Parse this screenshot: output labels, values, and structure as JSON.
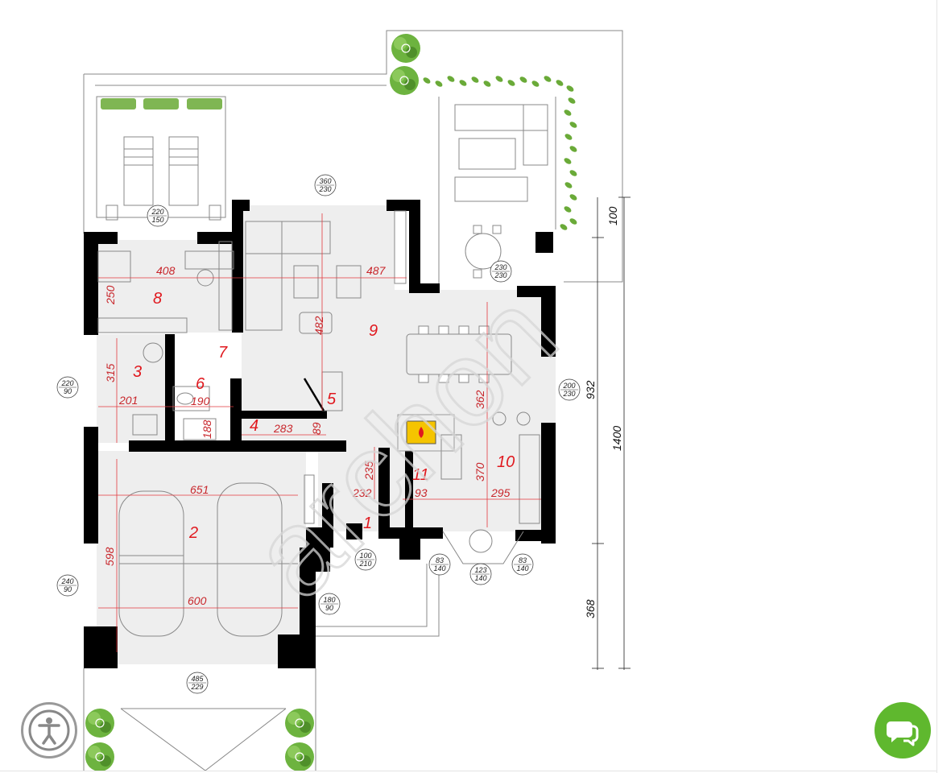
{
  "watermark": "archon",
  "rooms": [
    {
      "id": "1",
      "label": "1"
    },
    {
      "id": "2",
      "label": "2"
    },
    {
      "id": "3",
      "label": "3"
    },
    {
      "id": "4",
      "label": "4"
    },
    {
      "id": "5",
      "label": "5"
    },
    {
      "id": "6",
      "label": "6"
    },
    {
      "id": "7",
      "label": "7"
    },
    {
      "id": "8",
      "label": "8"
    },
    {
      "id": "9",
      "label": "9"
    },
    {
      "id": "10",
      "label": "10"
    },
    {
      "id": "11",
      "label": "11"
    }
  ],
  "dimensions": [
    {
      "id": "d408",
      "text": "408"
    },
    {
      "id": "d250",
      "text": "250"
    },
    {
      "id": "d487",
      "text": "487"
    },
    {
      "id": "d482",
      "text": "482"
    },
    {
      "id": "d315",
      "text": "315"
    },
    {
      "id": "d201",
      "text": "201"
    },
    {
      "id": "d190",
      "text": "190"
    },
    {
      "id": "d188",
      "text": "188"
    },
    {
      "id": "d283",
      "text": "283"
    },
    {
      "id": "d89",
      "text": "89"
    },
    {
      "id": "d362",
      "text": "362"
    },
    {
      "id": "d370",
      "text": "370"
    },
    {
      "id": "d295",
      "text": "295"
    },
    {
      "id": "d235",
      "text": "235"
    },
    {
      "id": "d232",
      "text": "232"
    },
    {
      "id": "d93",
      "text": "93"
    },
    {
      "id": "d651",
      "text": "651"
    },
    {
      "id": "d598",
      "text": "598"
    },
    {
      "id": "d600",
      "text": "600"
    }
  ],
  "openings": [
    {
      "id": "o1",
      "top": "360",
      "bottom": "230"
    },
    {
      "id": "o2",
      "top": "220",
      "bottom": "150"
    },
    {
      "id": "o3",
      "top": "230",
      "bottom": "230"
    },
    {
      "id": "o4",
      "top": "220",
      "bottom": "90"
    },
    {
      "id": "o5",
      "top": "200",
      "bottom": "230"
    },
    {
      "id": "o6",
      "top": "240",
      "bottom": "90"
    },
    {
      "id": "o7",
      "top": "180",
      "bottom": "90"
    },
    {
      "id": "o8",
      "top": "100",
      "bottom": "210"
    },
    {
      "id": "o9",
      "top": "83",
      "bottom": "140"
    },
    {
      "id": "o10",
      "top": "123",
      "bottom": "140"
    },
    {
      "id": "o11",
      "top": "83",
      "bottom": "140"
    },
    {
      "id": "o12",
      "top": "485",
      "bottom": "229"
    }
  ],
  "exterior_dims": [
    {
      "id": "e100",
      "text": "100"
    },
    {
      "id": "e932",
      "text": "932"
    },
    {
      "id": "e1400",
      "text": "1400"
    },
    {
      "id": "e368",
      "text": "368"
    }
  ],
  "icons": {
    "accessibility": "accessibility-icon",
    "chat": "chat-bubbles-icon"
  },
  "colors": {
    "wall": "#000000",
    "floor": "#eeeeee",
    "dimension": "#e0191f",
    "plant": "#5aa02c",
    "chat": "#5fb82e",
    "fireplace": "#f5c400"
  }
}
